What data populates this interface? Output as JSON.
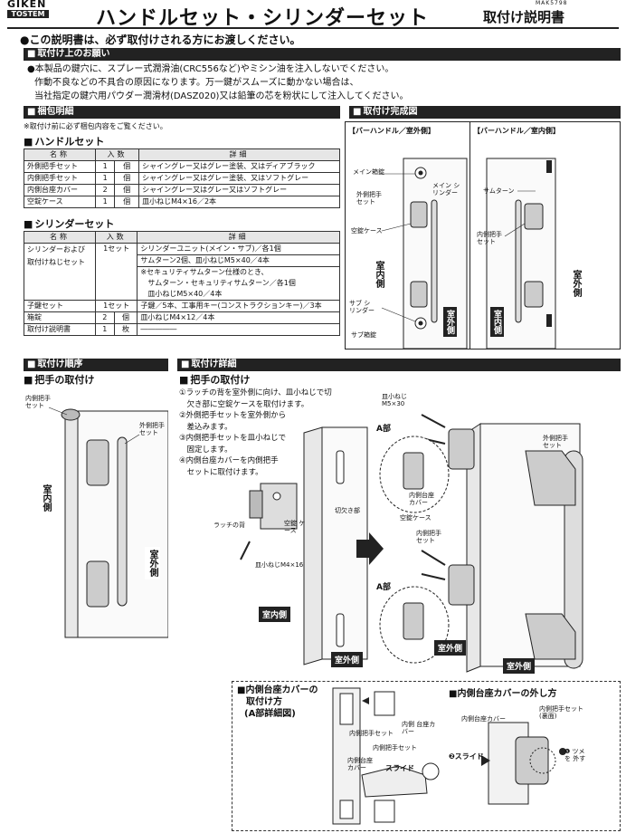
{
  "brand": {
    "logo_top": "GIKEN",
    "logo_sub": "TOSTEM",
    "code": "MAK5798"
  },
  "header": {
    "title": "ハンドルセット・シリンダーセット",
    "doc_type": "取付け説明書"
  },
  "notice": "●この説明書は、必ず取付けされる方にお渡しください。",
  "request": {
    "heading": "取付け上のお願い",
    "lines": [
      "●本製品の鍵穴に、スプレー式潤滑油(CRC556など)やミシン油を注入しないでください。",
      "作動不良などの不具合の原因になります。万一鍵がスムーズに動かない場合は、",
      "当社指定の鍵穴用パウダー潤滑材(DASZ020)又は鉛筆の芯を粉状にして注入してください。"
    ]
  },
  "packing": {
    "heading": "梱包明細",
    "note": "※取付け前に必ず梱包内容をご覧ください。",
    "handle_set": {
      "title": "ハンドルセット",
      "headers": [
        "名称",
        "入数",
        "詳細"
      ],
      "rows": [
        [
          "外側把手セット",
          "1",
          "個",
          "シャイングレー又はグレー塗装、又はディアブラック"
        ],
        [
          "内側把手セット",
          "1",
          "個",
          "シャイングレー又はグレー塗装、又はソフトグレー"
        ],
        [
          "内側台座カバー",
          "2",
          "個",
          "シャイングレー又はグレー又はソフトグレー"
        ],
        [
          "空錠ケース",
          "1",
          "個",
          "皿小ねじM4×16／2本"
        ]
      ]
    },
    "cylinder_set": {
      "title": "シリンダーセット",
      "headers": [
        "名称",
        "入数",
        "詳細"
      ],
      "main_name_1": "シリンダーおよび",
      "main_name_2": "取付けねじセット",
      "main_qty": "1セット",
      "main_details": [
        "シリンダーユニット(メイン・サブ)／各1個",
        "サムターン2個、皿小ねじM5×40／4本",
        "※セキュリティサムターン仕様のとき、",
        "　サムターン・セキュリティサムターン／各1個",
        "　皿小ねじM5×40／4本"
      ],
      "rows": [
        [
          "子鍵セット",
          "1セット",
          "",
          "子鍵／5本、工事用キー(コンストラクションキー)／3本"
        ],
        [
          "箱錠",
          "2",
          "個",
          "皿小ねじM4×12／4本"
        ],
        [
          "取付け説明書",
          "1",
          "枚",
          "―――――"
        ]
      ]
    }
  },
  "complete": {
    "heading": "取付け完成図",
    "left_title": "【バーハンドル／室外側】",
    "right_title": "【バーハンドル／室内側】",
    "left_labels": [
      "メイン箱錠",
      "メイン シリンダー",
      "外側把手 セット",
      "空錠ケース",
      "サブ シリンダー",
      "サブ箱錠"
    ],
    "right_labels": [
      "サムターン",
      "内側把手 セット"
    ],
    "tag_indoor": "室内側",
    "tag_outdoor": "室外側"
  },
  "order": {
    "heading": "取付け順序",
    "step": "把手の取付け",
    "labels": [
      "内側把手 セット",
      "外側把手 セット"
    ],
    "tag_indoor": "室内側",
    "tag_outdoor": "室外側"
  },
  "detail": {
    "heading": "取付け詳細",
    "step": "把手の取付け",
    "instructions": [
      "①ラッチの背を室外側に向け、皿小ねじで切",
      "　欠き部に空錠ケースを取付けます。",
      "②外側把手セットを室外側から",
      "　差込みます。",
      "③内側把手セットを皿小ねじで",
      "　固定します。",
      "④内側台座カバーを内側把手",
      "　セットに取付けます。"
    ],
    "labels": {
      "screw_m5": "皿小ねじ M5×30",
      "part_a": "A部",
      "inner_cover": "内側台座 カバー",
      "empty_case": "空錠ケース",
      "inner_handle": "内側把手 セット",
      "outer_handle": "外側把手 セット",
      "notch": "切欠き部",
      "latch_back": "ラッチの背",
      "empty_case2": "空錠 ケース",
      "screw_m4": "皿小ねじM4×16",
      "part_a2": "A部"
    },
    "tag_indoor": "室内側",
    "tag_outdoor1": "室外側",
    "tag_outdoor2": "室外側"
  },
  "cover_attach": {
    "title1": "■内側台座カバーの",
    "title2": "取付け方",
    "title3": "(A部詳細図)",
    "labels": [
      "内側把手セット",
      "内側 台座カバー",
      "内側把手セット",
      "内側台座 カバー",
      "スライド"
    ]
  },
  "cover_remove": {
    "title": "■内側台座カバーの外し方",
    "labels": [
      "内側台座カバー",
      "内側把手セット (裏面)",
      "❷スライド",
      "❶ ツメを 外す"
    ]
  }
}
